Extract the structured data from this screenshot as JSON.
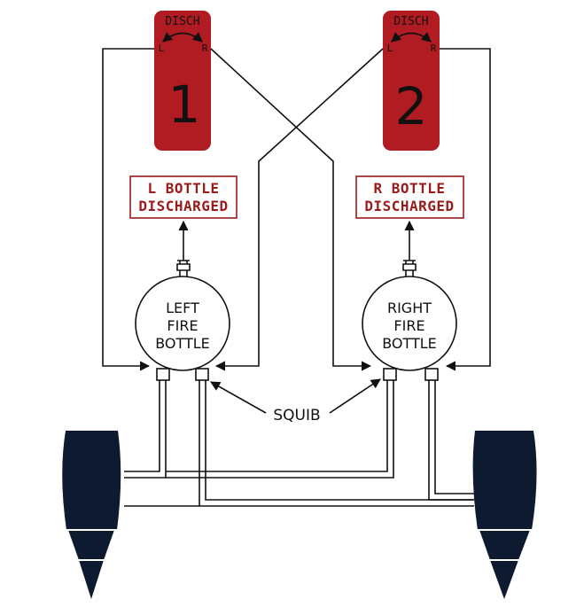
{
  "handles": {
    "disch_label": "DISCH",
    "left_mark": "L",
    "right_mark": "R",
    "handle1_number": "1",
    "handle2_number": "2"
  },
  "indicators": {
    "left": {
      "line1": "L BOTTLE",
      "line2": "DISCHARGED"
    },
    "right": {
      "line1": "R BOTTLE",
      "line2": "DISCHARGED"
    }
  },
  "bottles": {
    "left": {
      "line1": "LEFT",
      "line2": "FIRE",
      "line3": "BOTTLE"
    },
    "right": {
      "line1": "RIGHT",
      "line2": "FIRE",
      "line3": "BOTTLE"
    }
  },
  "squib_label": "SQUIB",
  "colors": {
    "handle_red": "#b01c22",
    "indicator_text": "#9b1b1b",
    "nacelle_navy": "#0e1a30",
    "line": "#111111"
  }
}
